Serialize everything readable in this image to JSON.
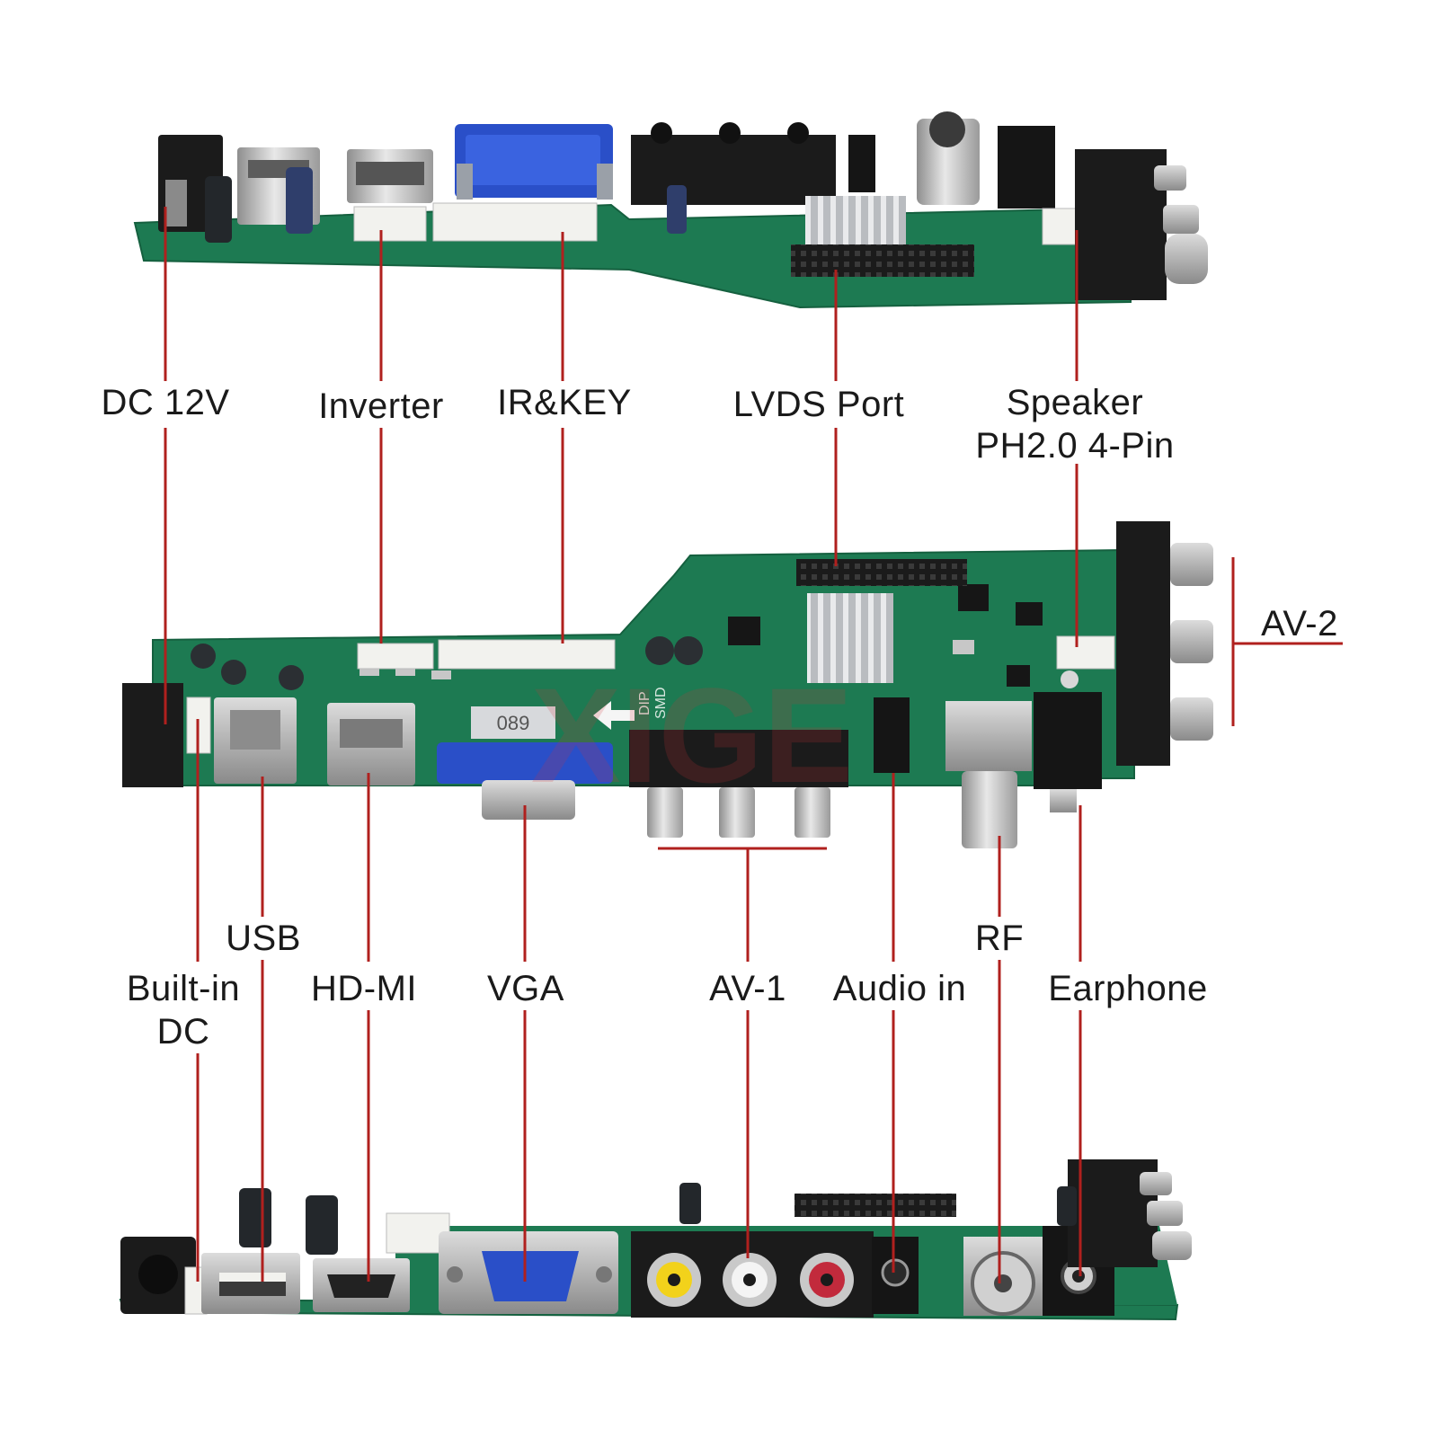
{
  "labels": {
    "dc12v": "DC 12V",
    "inverter": "Inverter",
    "irkey": "IR&KEY",
    "lvds": "LVDS Port",
    "speaker_line1": "Speaker",
    "speaker_line2": "PH2.0 4-Pin",
    "av2": "AV-2",
    "usb": "USB",
    "builtin_line1": "Built-in",
    "builtin_line2": "DC",
    "hdmi": "HD-MI",
    "vga": "VGA",
    "av1": "AV-1",
    "audio_in": "Audio in",
    "rf": "RF",
    "earphone": "Earphone"
  },
  "board_markings": {
    "chip_label": "089",
    "silk_dip": "DIP",
    "silk_smd": "SMD",
    "watermark": "XIGE"
  },
  "colors": {
    "pcb_green": "#1d7a52",
    "pcb_dark": "#15603f",
    "leader_line": "#b0201e",
    "vga_blue": "#2a4fc8",
    "connector_black": "#1b1b1b",
    "header_white": "#f2f2ee",
    "metal": "#c9c9c9",
    "rca_yellow": "#f2d21b",
    "rca_white": "#f4f4f4",
    "rca_red": "#c22a3c"
  }
}
